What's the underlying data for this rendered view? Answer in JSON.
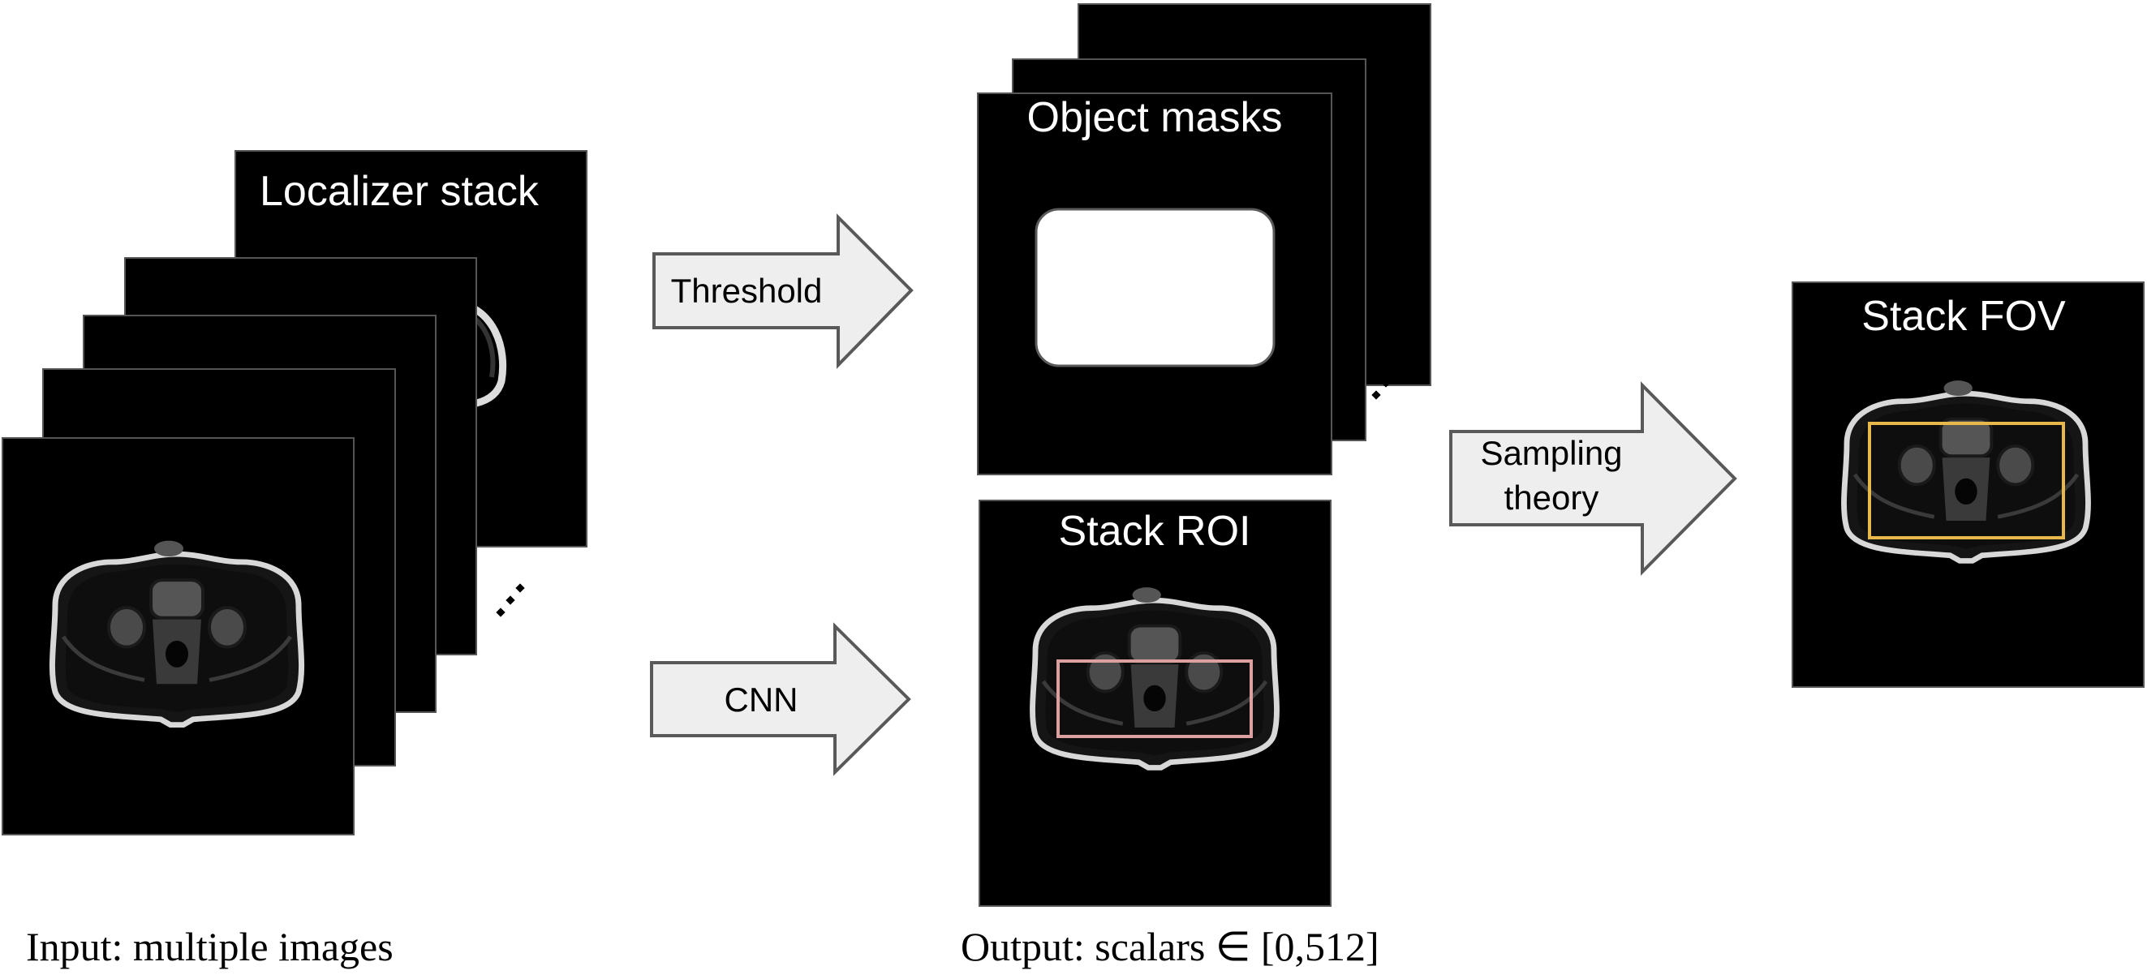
{
  "diagram": {
    "input_stack": {
      "title": "Localizer stack",
      "frame_count_shown": 5,
      "continuation": "ellipsis"
    },
    "arrows": [
      {
        "id": "threshold",
        "label": "Threshold"
      },
      {
        "id": "cnn",
        "label": "CNN"
      },
      {
        "id": "sampling",
        "label_lines": [
          "Sampling",
          "theory"
        ]
      }
    ],
    "object_masks": {
      "title": "Object masks",
      "frame_count_shown": 3,
      "continuation": "ellipsis"
    },
    "stack_roi": {
      "title": "Stack ROI",
      "box_color": "#dca0a0"
    },
    "stack_fov": {
      "title": "Stack FOV",
      "box_color": "#e8b84a"
    },
    "captions": {
      "input": "Input: multiple images",
      "output": "Output: scalars ∈ [0,512]"
    },
    "colors": {
      "arrow_fill": "#eeeeee",
      "arrow_stroke": "#595959",
      "frame_bg": "#000000",
      "mask_fill": "#ffffff"
    }
  }
}
